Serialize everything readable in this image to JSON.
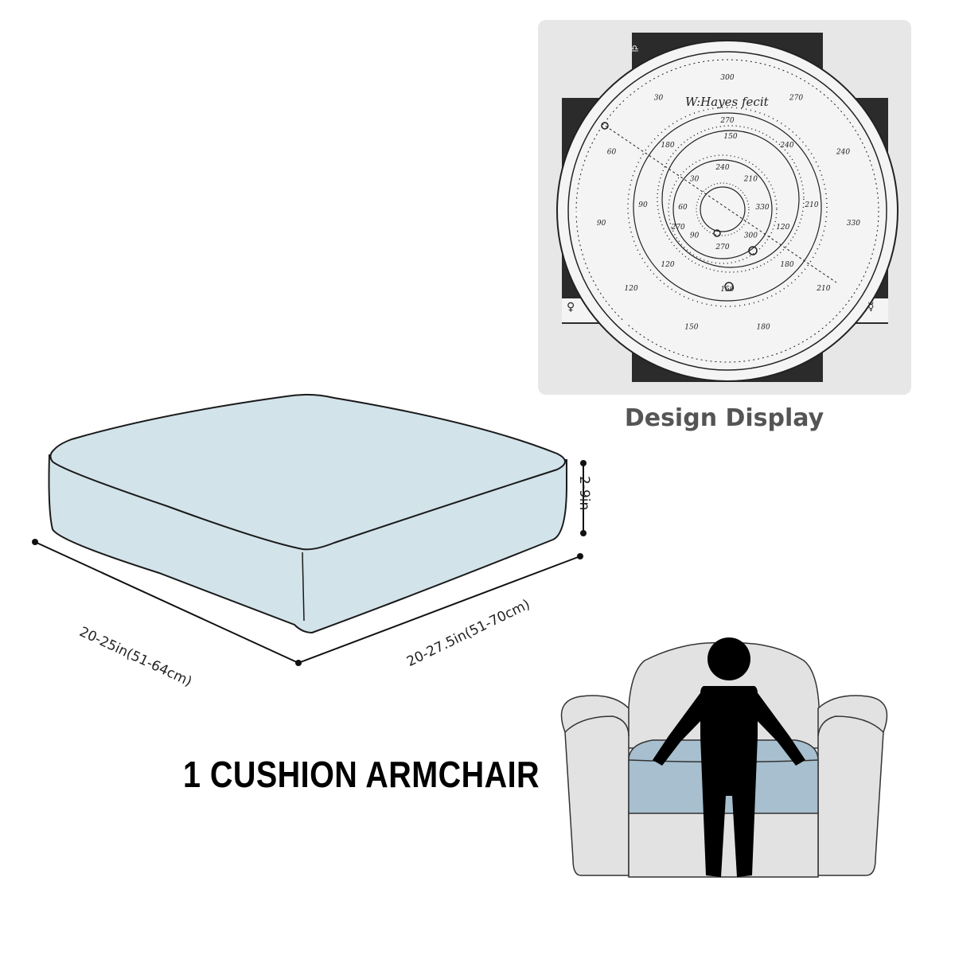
{
  "design_display": {
    "caption": "Design Display",
    "engraving_signature": "W:Hayes fecit",
    "ring_numbers": [
      "300",
      "270",
      "240",
      "330",
      "210",
      "180",
      "150",
      "120",
      "90",
      "60",
      "30",
      "270",
      "240",
      "210",
      "180",
      "150",
      "120",
      "90",
      "180",
      "150",
      "120",
      "270",
      "240",
      "210",
      "330",
      "300",
      "270",
      "90",
      "60",
      "30"
    ]
  },
  "cushion": {
    "height_label": "2-9in",
    "length_label": "20-25in(51-64cm)",
    "width_label": "20-27.5in(51-70cm)",
    "fill_color": "#d2e3ea",
    "outline_color": "#1a1a1a"
  },
  "headline": "1 CUSHION ARMCHAIR",
  "armchair": {
    "chair_color": "#e2e2e2",
    "seat_color": "#a7bfce",
    "figure_color": "#000000"
  }
}
